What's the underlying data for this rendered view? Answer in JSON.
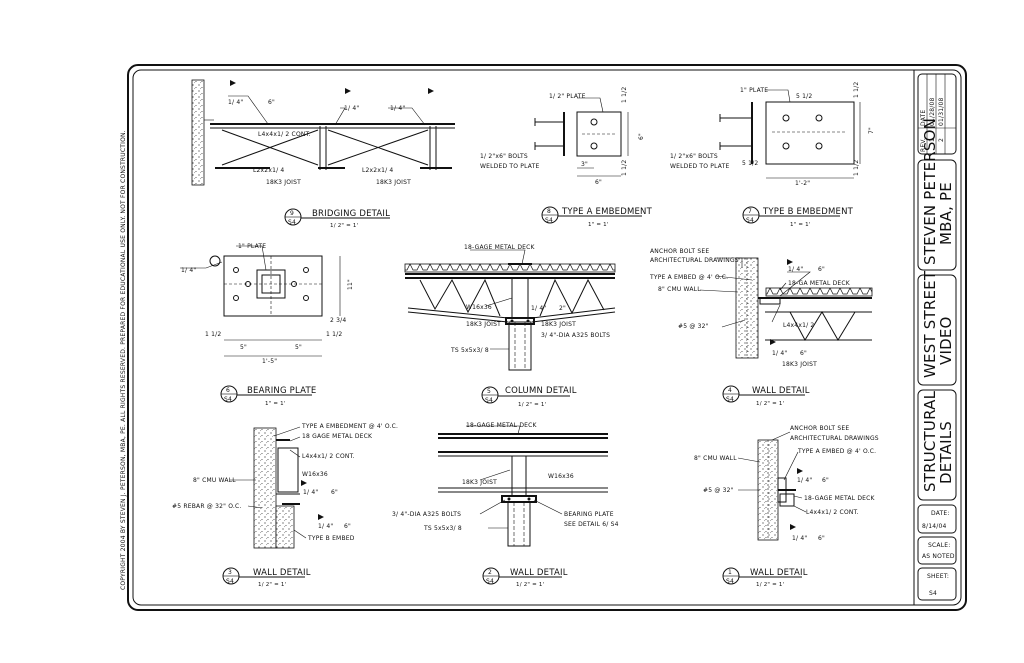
{
  "copyright": "COPYRIGHT 2004 BY STEVEN J. PETERSON, MBA, PE. ALL RIGHTS RESERVED. PREPARED FOR EDUCATIONAL USE ONLY. NOT FOR CONSTRUCTION.",
  "title_block": {
    "revisions": {
      "rev_header": "REV.",
      "date_header": "DATE",
      "rows": [
        {
          "rev": "1",
          "date": "01/28/08"
        },
        {
          "rev": "2",
          "date": "01/31/08"
        }
      ]
    },
    "engineer": [
      "STEVEN PETERSON",
      "MBA, PE"
    ],
    "project": [
      "WEST STREET",
      "VIDEO"
    ],
    "sheet_title": [
      "STRUCTURAL",
      "DETAILS"
    ],
    "date_label": "DATE:",
    "date_value": "8/14/04",
    "scale_label": "SCALE:",
    "scale_value": "AS NOTED",
    "sheet_label": "SHEET:",
    "sheet_value": "S4"
  },
  "details": {
    "bridging": {
      "num": "9",
      "sheet": "S4",
      "title": "BRIDGING DETAIL",
      "scale": "1/ 2\" = 1'",
      "notes": {
        "w1": "1/ 4\"",
        "w1b": "6\"",
        "w2": "1/ 4\"",
        "w3": "1/ 4\"",
        "l1": "L4x4x1/ 2 CONT.",
        "l2": "L2x2x1/ 4",
        "l3": "18K3 JOIST",
        "l4": "L2x2x1/ 4",
        "l5": "18K3 JOIST"
      }
    },
    "type_a": {
      "num": "8",
      "sheet": "S4",
      "title": "TYPE A EMBEDMENT",
      "scale": "1\" = 1'",
      "notes": {
        "plate": "1/ 2\" PLATE",
        "bolts1": "1/ 2\"x6\" BOLTS",
        "bolts2": "WELDED TO PLATE",
        "d1": "6\"",
        "d2": "3\"",
        "d3": "6\"",
        "q1": "1 1/2",
        "q2": "1 1/2"
      }
    },
    "type_b": {
      "num": "7",
      "sheet": "S4",
      "title": "TYPE B EMBEDMENT",
      "scale": "1\" = 1'",
      "notes": {
        "plate": "1\" PLATE",
        "bolts1": "1/ 2\"x6\" BOLTS",
        "bolts2": "WELDED TO PLATE",
        "d1": "1'-2\"",
        "d2": "7\"",
        "d3": "5 1/2",
        "d4": "5 1/2",
        "q1": "1 1/2",
        "q2": "1 1/2"
      }
    },
    "bearing": {
      "num": "6",
      "sheet": "S4",
      "title": "BEARING PLATE",
      "scale": "1\" = 1'",
      "notes": {
        "plate": "1\" PLATE",
        "weld": "1/ 4\"",
        "d1": "5\"",
        "d2": "5\"",
        "d3": "1'-5\"",
        "d4": "11\"",
        "q1": "1 1/2",
        "q2": "1 1/2",
        "q3": "2 3/4"
      }
    },
    "column": {
      "num": "5",
      "sheet": "S4",
      "title": "COLUMN DETAIL",
      "scale": "1/ 2\" = 1'",
      "notes": {
        "deck": "18-GAGE METAL DECK",
        "beam": "W16x36",
        "weld": "1/ 4\"",
        "weldb": "2\"",
        "j1": "18K3 JOIST",
        "j2": "18K3 JOIST",
        "bolts": "3/ 4\"-DIA A325 BOLTS",
        "col": "TS 5x5x3/ 8"
      }
    },
    "wall4": {
      "num": "4",
      "sheet": "S4",
      "title": "WALL DETAIL",
      "scale": "1/ 2\" = 1'",
      "notes": {
        "anchor1": "ANCHOR BOLT SEE",
        "anchor2": "ARCHITECTURAL DRAWINGS",
        "embed": "TYPE A EMBED @ 4' O.C.",
        "cmu": "8\" CMU WALL",
        "weld": "1/ 4\"",
        "weldb": "6\"",
        "deck": "18-GA METAL DECK",
        "angle": "L4x4x1/ 2",
        "rebar": "#5 @ 32\"",
        "weld2": "1/ 4\"",
        "weld2b": "6\"",
        "joist": "18K3 JOIST"
      }
    },
    "wall3": {
      "num": "3",
      "sheet": "S4",
      "title": "WALL DETAIL",
      "scale": "1/ 2\" = 1'",
      "notes": {
        "embed": "TYPE A EMBEDMENT @ 4' O.C.",
        "deck": "18 GAGE METAL DECK",
        "angle": "L4x4x1/ 2 CONT.",
        "beam": "W16x36",
        "cmu": "8\" CMU WALL",
        "weld": "1/ 4\"",
        "weldb": "6\"",
        "rebar": "#5 REBAR @ 32\" O.C.",
        "weld2": "1/ 4\"",
        "weld2b": "6\"",
        "embedb": "TYPE B EMBED"
      }
    },
    "wall2": {
      "num": "2",
      "sheet": "S4",
      "title": "WALL DETAIL",
      "scale": "1/ 2\" = 1'",
      "notes": {
        "deck": "18-GAGE METAL DECK",
        "beam": "W16x36",
        "joist": "18K3 JOIST",
        "bolts": "3/ 4\"-DIA A325 BOLTS",
        "bp1": "BEARING PLATE",
        "bp2": "SEE DETAIL 6/ S4",
        "col": "TS 5x5x3/ 8"
      }
    },
    "wall1": {
      "num": "1",
      "sheet": "S4",
      "title": "WALL DETAIL",
      "scale": "1/ 2\" = 1'",
      "notes": {
        "anchor1": "ANCHOR BOLT SEE",
        "anchor2": "ARCHITECTURAL DRAWINGS",
        "embed": "TYPE A EMBED @ 4' O.C.",
        "cmu": "8\" CMU WALL",
        "weld": "1/ 4\"",
        "weldb": "6\"",
        "rebar": "#5 @ 32\"",
        "deck": "18-GAGE METAL DECK",
        "angle": "L4x4x1/ 2 CONT.",
        "weld2": "1/ 4\"",
        "weld2b": "6\""
      }
    }
  }
}
